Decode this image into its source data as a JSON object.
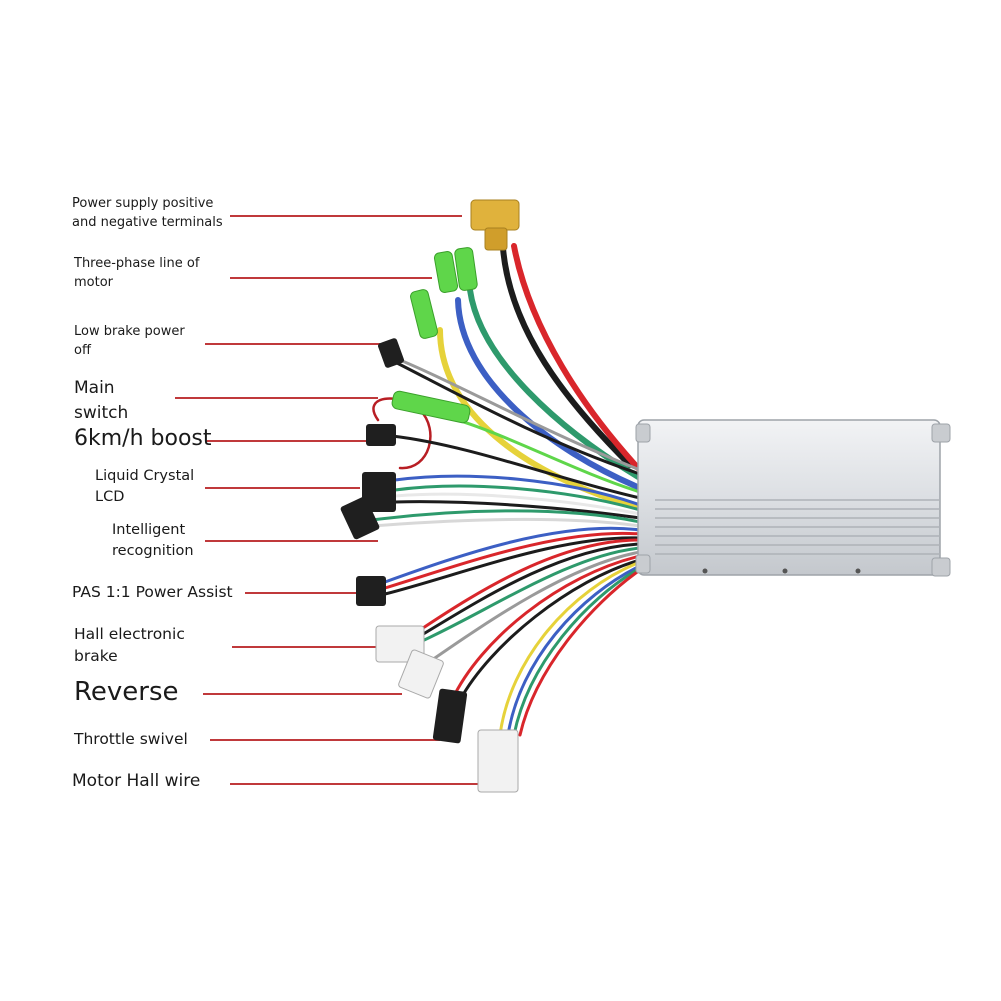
{
  "labels": [
    {
      "id": "power-supply",
      "line1": "Power supply positive",
      "line2": "and negative terminals"
    },
    {
      "id": "three-phase",
      "line1": "Three-phase line of",
      "line2": "motor"
    },
    {
      "id": "low-brake",
      "line1": "Low brake power",
      "line2": "off"
    },
    {
      "id": "main-switch",
      "line1": "Main",
      "line2": "switch"
    },
    {
      "id": "boost",
      "line1": "6km/h boost"
    },
    {
      "id": "lcd",
      "line1": "Liquid Crystal",
      "line2": "LCD"
    },
    {
      "id": "intelligent",
      "line1": "Intelligent",
      "line2": "recognition"
    },
    {
      "id": "pas",
      "line1": "PAS 1:1 Power Assist"
    },
    {
      "id": "hall-brake",
      "line1": "Hall electronic",
      "line2": "brake"
    },
    {
      "id": "reverse",
      "line1": "Reverse"
    },
    {
      "id": "throttle",
      "line1": "Throttle swivel"
    },
    {
      "id": "motor-hall",
      "line1": "Motor Hall wire"
    }
  ],
  "colors": {
    "leader": "#c0393b",
    "housing": "#dcdfe3",
    "xt60": "#e0b23c",
    "bullet": "#5fd64a",
    "wire_red": "#d9262b",
    "wire_black": "#1c1c1c",
    "wire_yellow": "#e6d23a",
    "wire_blue": "#3c5fc4",
    "wire_green": "#2e9a6c",
    "wire_white": "#e8e8e8"
  }
}
